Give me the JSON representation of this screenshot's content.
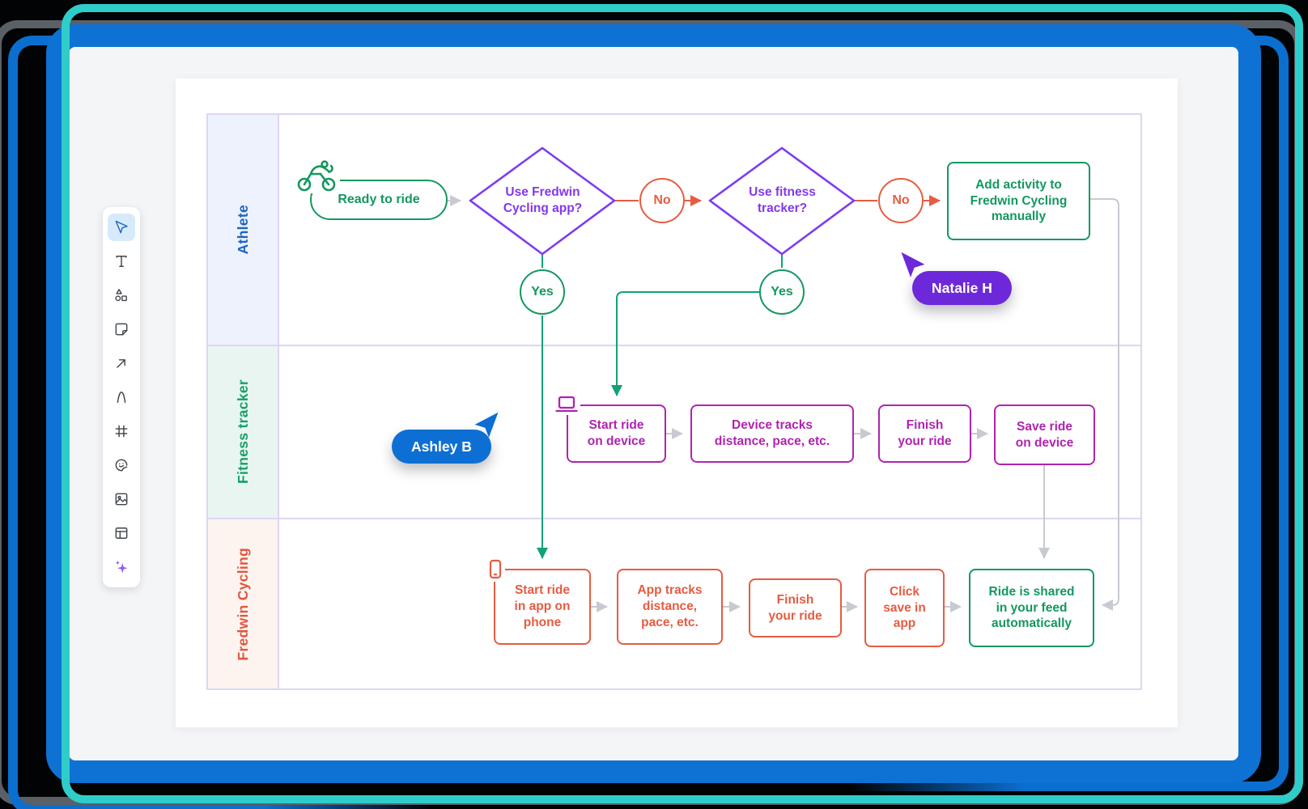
{
  "app": {
    "description": "whiteboard flowchart canvas",
    "colors": {
      "window_frame_blue": "#0d72d3",
      "teal_accent": "#2fcdca",
      "echo_outline_gray": "#5b6067",
      "canvas_gray": "#f4f5f7",
      "artboard_white": "#ffffff",
      "table_border": "#ded5f3",
      "green": "#13985f",
      "purple": "#7d3bf0",
      "orange": "#e65c41",
      "magenta": "#b023af",
      "connector_gray": "#c7cad1",
      "connector_green": "#13a178"
    }
  },
  "toolbar": {
    "tools": [
      {
        "name": "select",
        "selected": true
      },
      {
        "name": "text",
        "selected": false
      },
      {
        "name": "shapes",
        "selected": false
      },
      {
        "name": "sticky-note",
        "selected": false
      },
      {
        "name": "arrow",
        "selected": false
      },
      {
        "name": "pen",
        "selected": false
      },
      {
        "name": "frame",
        "selected": false
      },
      {
        "name": "sticker",
        "selected": false
      },
      {
        "name": "image",
        "selected": false
      },
      {
        "name": "layout",
        "selected": false
      },
      {
        "name": "ai-sparkle",
        "selected": false
      }
    ]
  },
  "cursors": [
    {
      "name": "Ashley B",
      "color": "#0d6fd3"
    },
    {
      "name": "Natalie H",
      "color": "#6d28d9"
    }
  ],
  "diagram": {
    "lanes": [
      {
        "label": "Athlete",
        "text_color": "#1b64c1",
        "bg": "#edf2fd"
      },
      {
        "label": "Fitness tracker",
        "text_color": "#18a06c",
        "bg": "#e9f5f1"
      },
      {
        "label": "Fredwin Cycling",
        "text_color": "#e2563d",
        "bg": "#fdf4f0"
      }
    ],
    "nodes": {
      "ready": {
        "label": "Ready to ride"
      },
      "use_app": {
        "label": "Use Fredwin\nCycling app?"
      },
      "no1": {
        "label": "No"
      },
      "use_tracker": {
        "label": "Use fitness\ntracker?"
      },
      "no2": {
        "label": "No"
      },
      "add_manually": {
        "label": "Add activity to\nFredwin Cycling\nmanually"
      },
      "yes1": {
        "label": "Yes"
      },
      "yes2": {
        "label": "Yes"
      },
      "start_device": {
        "label": "Start ride\non device"
      },
      "device_tracks": {
        "label": "Device tracks\ndistance, pace, etc."
      },
      "finish_device": {
        "label": "Finish\nyour ride"
      },
      "save_device": {
        "label": "Save ride\non device"
      },
      "start_phone": {
        "label": "Start ride\nin app on\nphone"
      },
      "app_tracks": {
        "label": "App tracks\ndistance,\npace, etc."
      },
      "finish_app": {
        "label": "Finish\nyour ride"
      },
      "click_save": {
        "label": "Click\nsave in\napp"
      },
      "ride_shared": {
        "label": "Ride is shared\nin your feed\nautomatically"
      }
    }
  }
}
